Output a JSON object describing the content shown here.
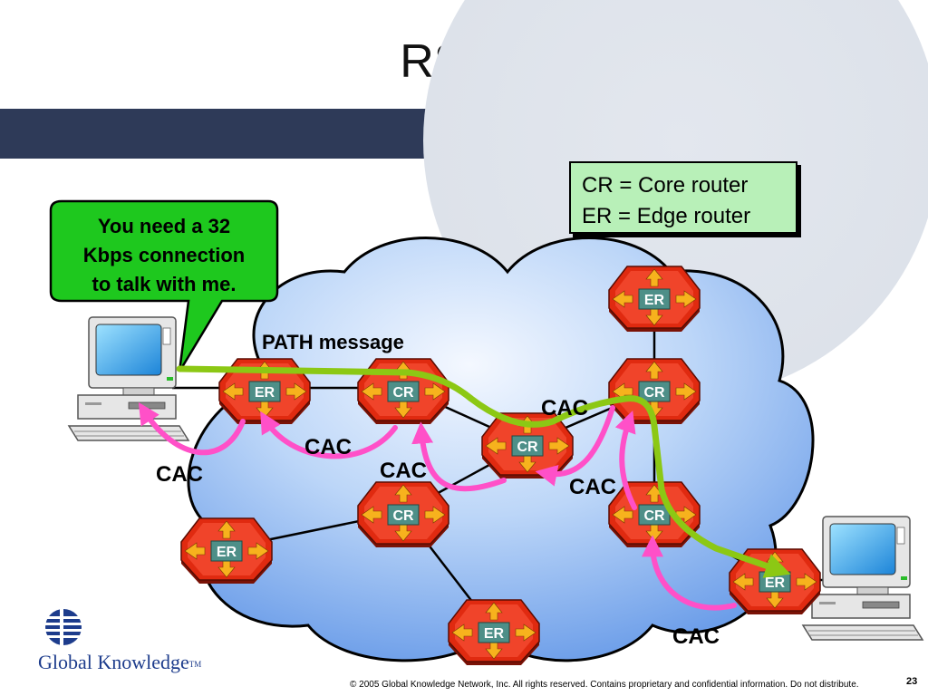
{
  "slide": {
    "title": "RSVP",
    "legend": {
      "line1": "CR = Core router",
      "line2": "ER = Edge router"
    },
    "callout": {
      "line1": "You need a 32",
      "line2": "Kbps connection",
      "line3": "to talk with me."
    },
    "path_label": "PATH message",
    "cac_label": "CAC",
    "router_labels": {
      "core": "CR",
      "edge": "ER"
    },
    "logo": {
      "name": "Global Knowledge",
      "tm": "TM"
    },
    "footer": "© 2005 Global Knowledge Network, Inc. All rights reserved.  Contains proprietary and confidential information.  Do not distribute.",
    "page_number": "23"
  },
  "colors": {
    "band": "#2e3a58",
    "legend_bg": "#b8f0b8",
    "callout_bg": "#1ec81e",
    "path_arrow": "#8cc814",
    "cac_arrow": "#ff50c8",
    "router_body": "#e02a10",
    "cloud": "#78aaf0"
  }
}
